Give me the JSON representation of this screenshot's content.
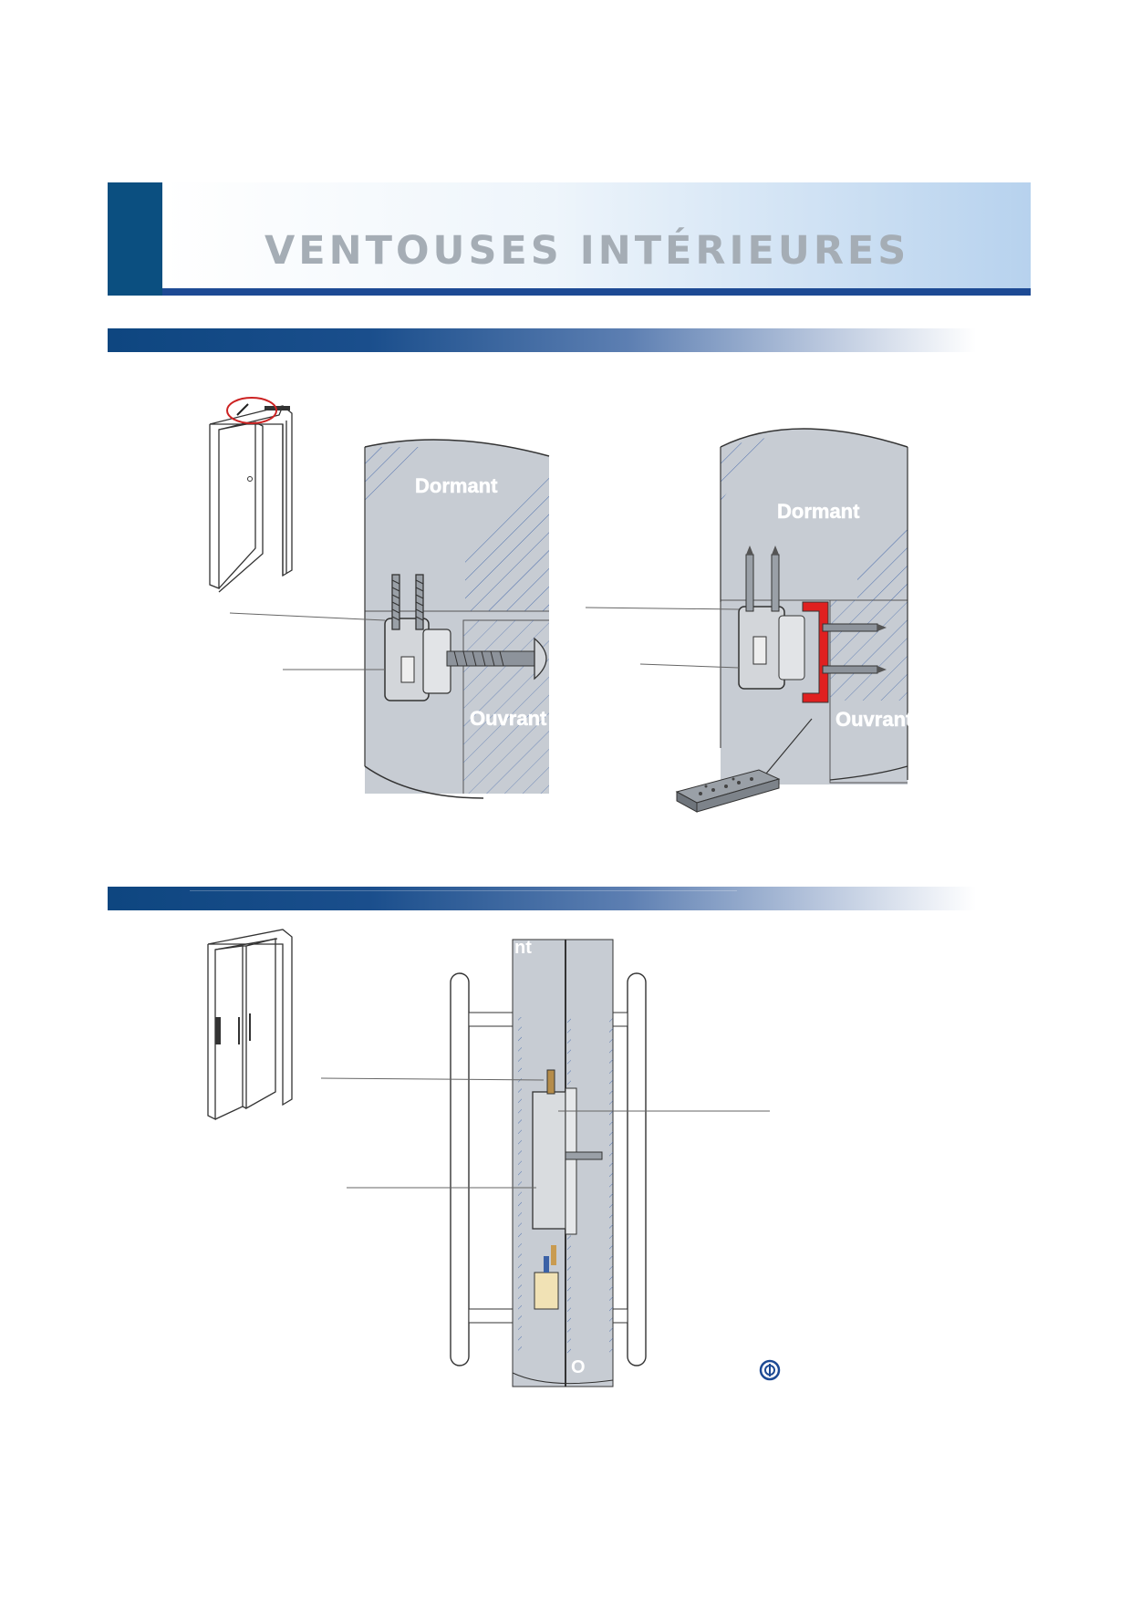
{
  "header": {
    "title": "VENTOUSES INTÉRIEURES"
  },
  "section1": {
    "left_diagram": {
      "frame_label": "Dormant",
      "leaf_label": "Ouvrant"
    },
    "right_diagram": {
      "frame_label": "Dormant",
      "leaf_label": "Ouvrant"
    }
  },
  "section2": {
    "top_label": "nt",
    "bottom_label": "O"
  },
  "colors": {
    "header_block": "#0b4f80",
    "header_line": "#1d4a94",
    "section_bar": "#0e4680",
    "panel_gray": "#c7ccd3",
    "accent_red": "#e02020"
  }
}
